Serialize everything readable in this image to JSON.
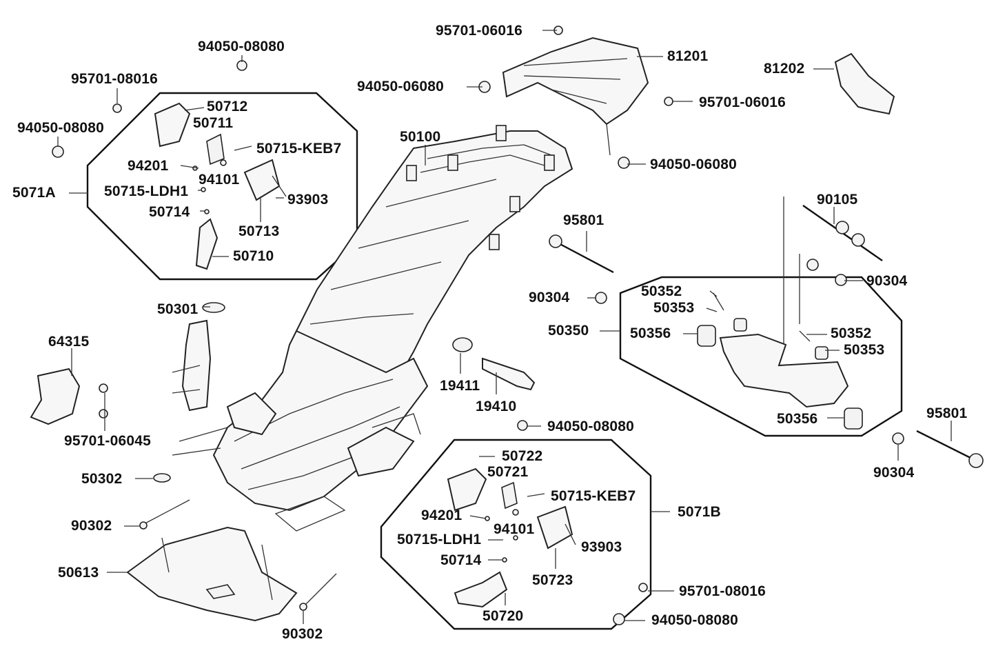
{
  "colors": {
    "ink": "#111111",
    "background": "#ffffff"
  },
  "labels": {
    "p95701_06016_top": "95701-06016",
    "p81201": "81201",
    "p81202": "81202",
    "p94050_06080_top": "94050-06080",
    "p95701_06016_right": "95701-06016",
    "p94050_06080_right": "94050-06080",
    "p94050_08080_top": "94050-08080",
    "p95701_08016_left": "95701-08016",
    "p94050_08080_left": "94050-08080",
    "p50712": "50712",
    "p50711": "50711",
    "p50715_keb7_a": "50715-KEB7",
    "p94201_a": "94201",
    "p94101_a": "94101",
    "p5071a": "5071A",
    "p50715_ldh1_a": "50715-LDH1",
    "p93903_a": "93903",
    "p50714_a": "50714",
    "p50713": "50713",
    "p50710": "50710",
    "p50100": "50100",
    "p95801_a": "95801",
    "p90105": "90105",
    "p90304_a": "90304",
    "p90304_b": "90304",
    "p50352_a": "50352",
    "p50353_a": "50353",
    "p50350": "50350",
    "p50356_a": "50356",
    "p50352_b": "50352",
    "p50353_b": "50353",
    "p50356_b": "50356",
    "p95801_b": "95801",
    "p90304_c": "90304",
    "p50301": "50301",
    "p64315": "64315",
    "p95701_06045": "95701-06045",
    "p19411": "19411",
    "p19410": "19410",
    "p94050_08080_mid": "94050-08080",
    "p50302": "50302",
    "p90302_a": "90302",
    "p50613": "50613",
    "p90302_b": "90302",
    "p50722": "50722",
    "p50721": "50721",
    "p50715_keb7_b": "50715-KEB7",
    "p94201_b": "94201",
    "p5071b": "5071B",
    "p94101_b": "94101",
    "p50715_ldh1_b": "50715-LDH1",
    "p93903_b": "93903",
    "p50714_b": "50714",
    "p50723": "50723",
    "p50720": "50720",
    "p95701_08016_right": "95701-08016",
    "p94050_08080_bottom": "94050-08080"
  }
}
